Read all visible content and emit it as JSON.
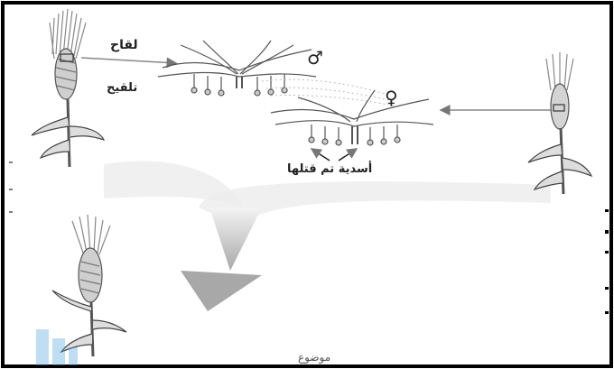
{
  "diagram": {
    "labels": {
      "pollen": "لقاح",
      "pollination": "تلقيح",
      "stamens_removed": "أسدية تم قتلها",
      "male_symbol": "♂",
      "female_symbol": "♀"
    },
    "watermark": "موضوع"
  },
  "colors": {
    "frame": "#000000",
    "arrow_gray": "#b8b8b8",
    "plant_stroke": "#444444",
    "logo_blue": "#4aa3df"
  }
}
